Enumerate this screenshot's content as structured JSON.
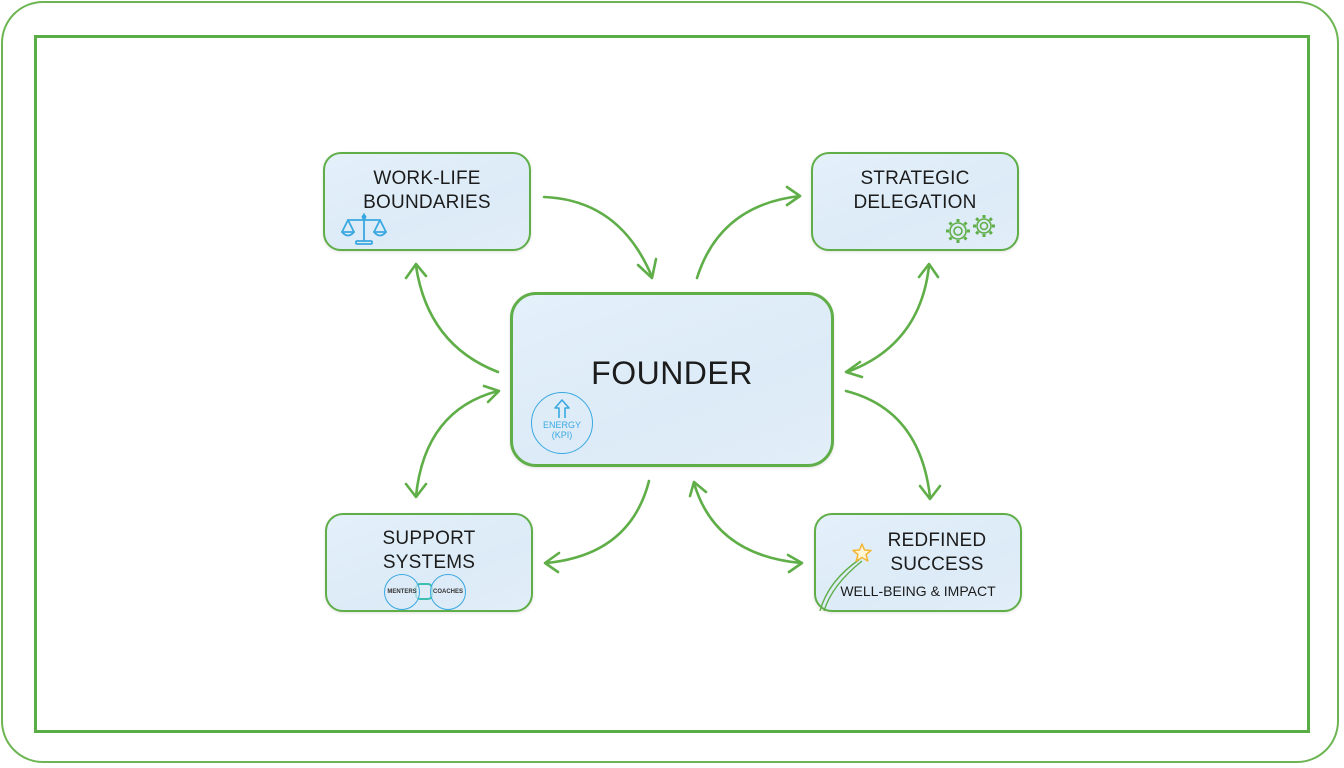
{
  "diagram": {
    "center": {
      "title": "FOUNDER",
      "badge": {
        "line1": "ENERGY",
        "line2": "(KPI)",
        "icon": "up-arrow-icon"
      }
    },
    "nodes": [
      {
        "id": "work-life-boundaries",
        "line1": "WORK-LIFE",
        "line2": "BOUNDARIES",
        "icon": "balance-scale-icon",
        "position": "top-left"
      },
      {
        "id": "strategic-delegation",
        "line1": "STRATEGIC",
        "line2": "DELEGATION",
        "icon": "gears-icon",
        "position": "top-right"
      },
      {
        "id": "support-systems",
        "line1": "SUPPORT",
        "line2": "SYSTEMS",
        "icon": "linked-circles-icon",
        "circle_labels": [
          "MENTERS",
          "COACHES"
        ],
        "position": "bottom-left"
      },
      {
        "id": "redefined-success",
        "line1": "REDFINED",
        "line2": "SUCCESS",
        "subtitle": "WELL-BEING & IMPACT",
        "icon": "shooting-star-icon",
        "position": "bottom-right"
      }
    ],
    "connections": [
      {
        "from": "work-life-boundaries",
        "to": "founder",
        "direction": "one-way"
      },
      {
        "from": "founder",
        "to": "work-life-boundaries",
        "direction": "one-way"
      },
      {
        "from": "founder",
        "to": "strategic-delegation",
        "direction": "one-way"
      },
      {
        "from": "founder",
        "to": "strategic-delegation",
        "direction": "two-way"
      },
      {
        "from": "founder",
        "to": "support-systems",
        "direction": "two-way"
      },
      {
        "from": "founder",
        "to": "support-systems",
        "direction": "one-way"
      },
      {
        "from": "founder",
        "to": "redefined-success",
        "direction": "one-way"
      },
      {
        "from": "founder",
        "to": "redefined-success",
        "direction": "two-way"
      }
    ],
    "colors": {
      "frame": "#5aac44",
      "arrow": "#5fae48",
      "node_fill": "#dcebf7",
      "accent_blue": "#3aa8e0",
      "star": "#f2b632",
      "text": "#1c1c1c"
    }
  }
}
